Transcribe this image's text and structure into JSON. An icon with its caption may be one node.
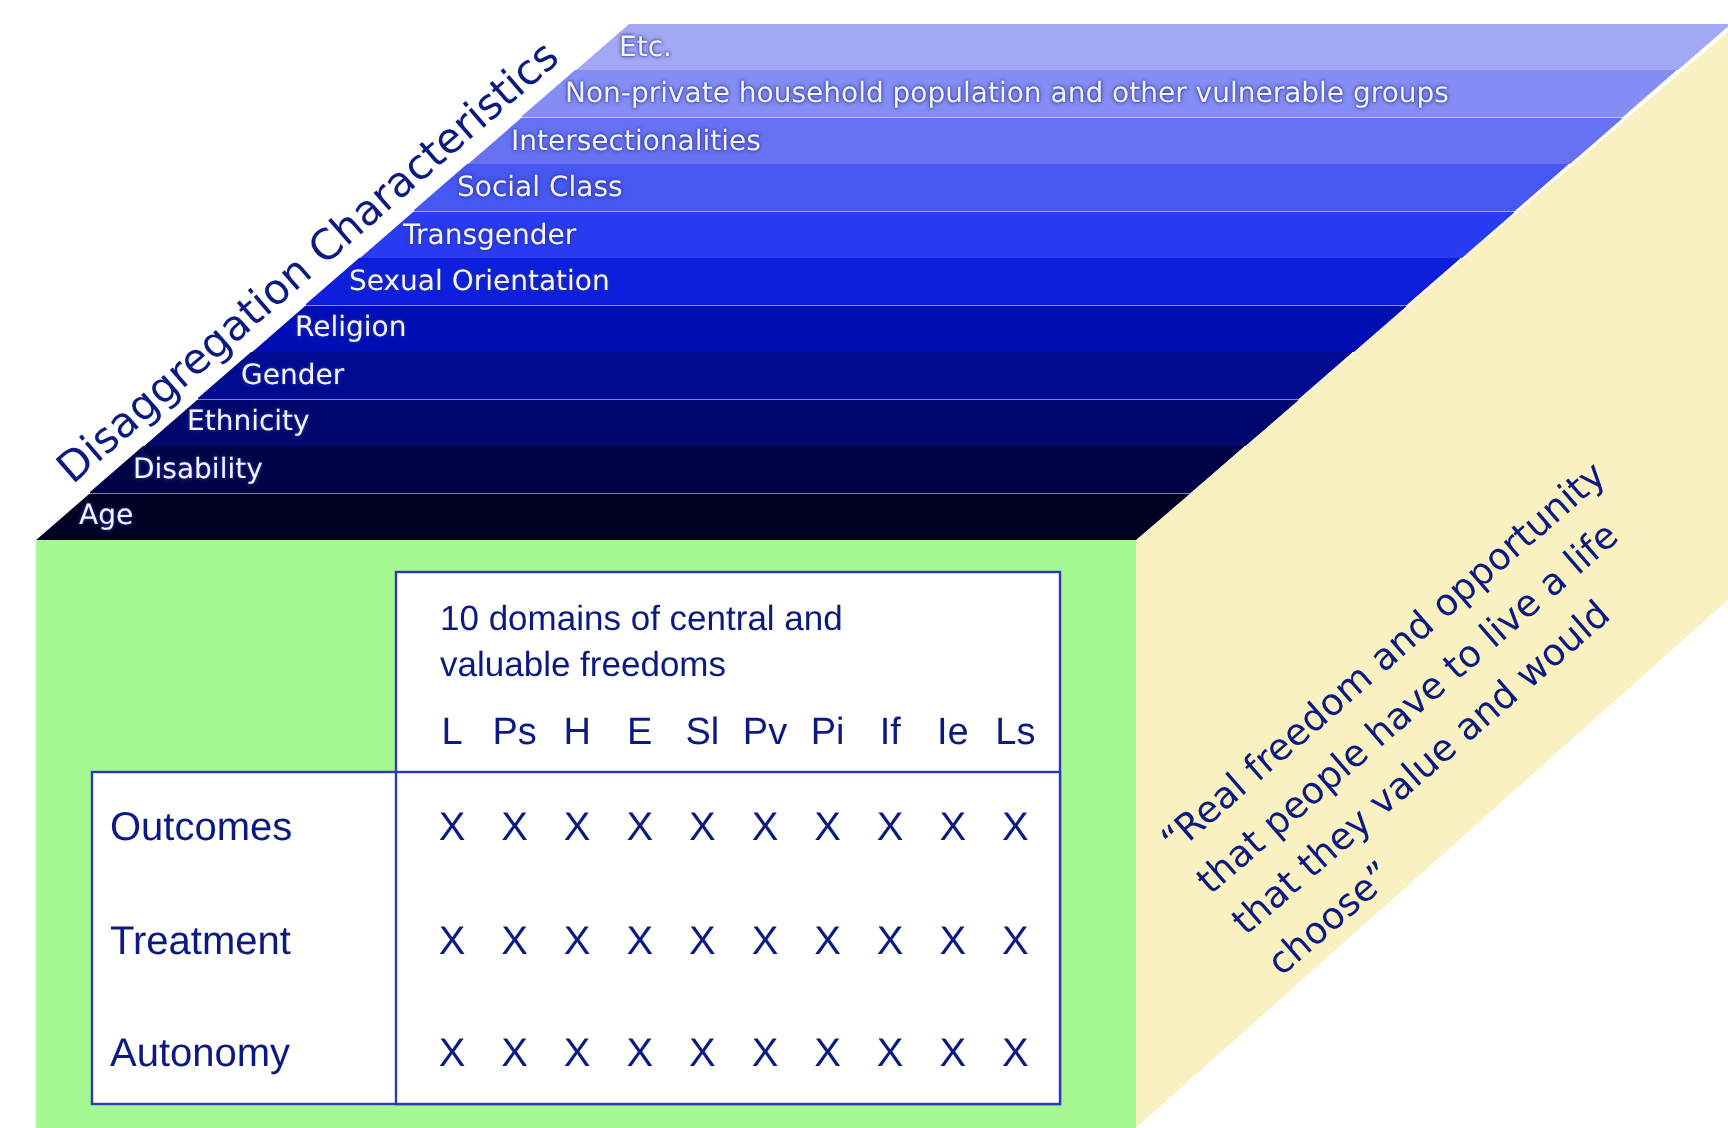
{
  "diagram": {
    "nodes": [
      {
        "text": [
          "Etc."
        ]
      },
      {
        "text": [
          "Non-private household population and other vulnerable groups"
        ]
      },
      {
        "text": [
          "Intersectionalities"
        ]
      },
      {
        "text": [
          "Social Class"
        ]
      },
      {
        "text": [
          "Transgender"
        ]
      },
      {
        "text": [
          "Sexual Orientation"
        ]
      },
      {
        "text": [
          "Religion"
        ]
      },
      {
        "text": [
          "Gender"
        ]
      },
      {
        "text": [
          "Ethnicity"
        ]
      },
      {
        "text": [
          "Disability"
        ]
      },
      {
        "text": [
          "Age"
        ]
      },
      {
        "text": [],
        "shape": "box"
      },
      {
        "text": [
          "“Real freedom and opportunity that people have to live a life that they value and would choose”"
        ]
      }
    ],
    "labels": [
      "Disaggregation Characteristics",
      "10 domains of central and valuable freedoms",
      "L",
      "Ps",
      "H",
      "E",
      "Sl",
      "Pv",
      "Pi",
      "If",
      "Ie",
      "Ls",
      "Outcomes",
      "X",
      "X",
      "X",
      "X",
      "X",
      "X",
      "X",
      "X",
      "X",
      "X",
      "Treatment",
      "X",
      "X",
      "X",
      "X",
      "X",
      "X",
      "X",
      "X",
      "X",
      "X",
      "Autonomy",
      "X",
      "X",
      "X",
      "X",
      "X",
      "X",
      "X",
      "X",
      "X",
      "X"
    ]
  }
}
